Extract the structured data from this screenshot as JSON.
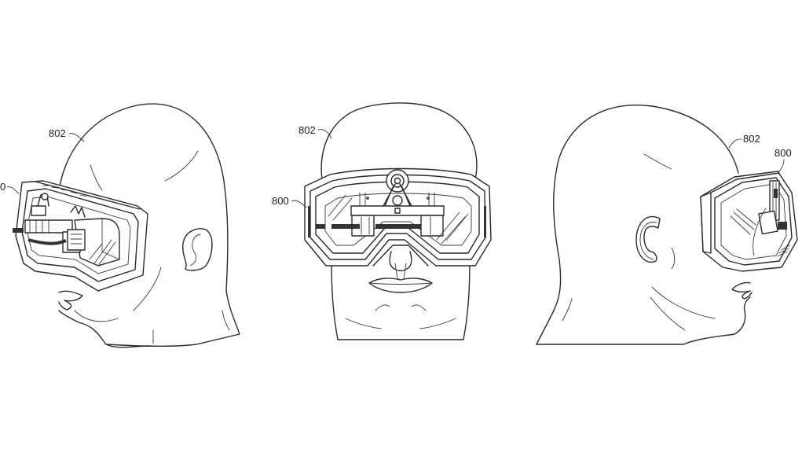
{
  "figure": {
    "type": "patent-drawing",
    "subject": "head-mounted display goggles worn on a head",
    "background_color": "#ffffff",
    "line_color": "#2a2a2a",
    "views": [
      {
        "id": "left-three-quarter",
        "description": "three-quarter left view of head wearing goggle device",
        "labels": [
          {
            "text": "802",
            "refers_to": "head"
          },
          {
            "text": "0",
            "refers_to": "goggle device (label clipped at left edge, likely 800)"
          }
        ]
      },
      {
        "id": "front",
        "description": "front view of head wearing goggle device",
        "labels": [
          {
            "text": "802",
            "refers_to": "head"
          },
          {
            "text": "800",
            "refers_to": "goggle device"
          }
        ]
      },
      {
        "id": "right-profile",
        "description": "right profile view of head wearing goggle device",
        "labels": [
          {
            "text": "802",
            "refers_to": "head"
          },
          {
            "text": "800",
            "refers_to": "goggle device"
          }
        ]
      }
    ]
  },
  "labels": {
    "left_head": "802",
    "left_device": "0",
    "front_head": "802",
    "front_device": "800",
    "right_head": "802",
    "right_device": "800"
  }
}
